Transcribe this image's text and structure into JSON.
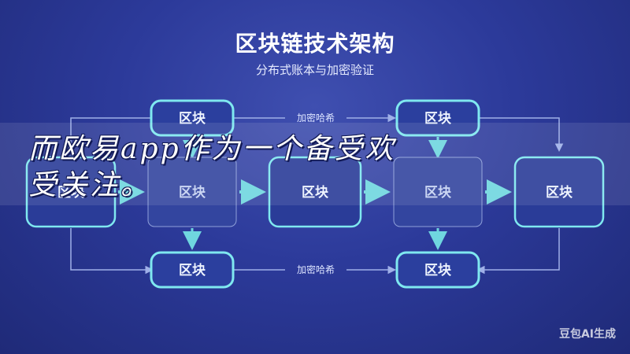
{
  "header": {
    "title": "区块链技术架构",
    "subtitle": "分布式账本与加密验证"
  },
  "diagram": {
    "block_label": "区块",
    "encryption_label": "加密哈希",
    "top_row_count": 2,
    "middle_row_count": 5,
    "bottom_row_count": 2
  },
  "overlay": {
    "line1": "而欧易app作为一个备受欢",
    "line2": "受关注。"
  },
  "watermark": {
    "text": "豆包AI生成"
  },
  "colors": {
    "background": "#2c3a9a",
    "block_border": "#7fe8f0",
    "block_fill": "#2b3f9e",
    "arrow": "#6fd6df",
    "connector": "#9fb0e8"
  }
}
